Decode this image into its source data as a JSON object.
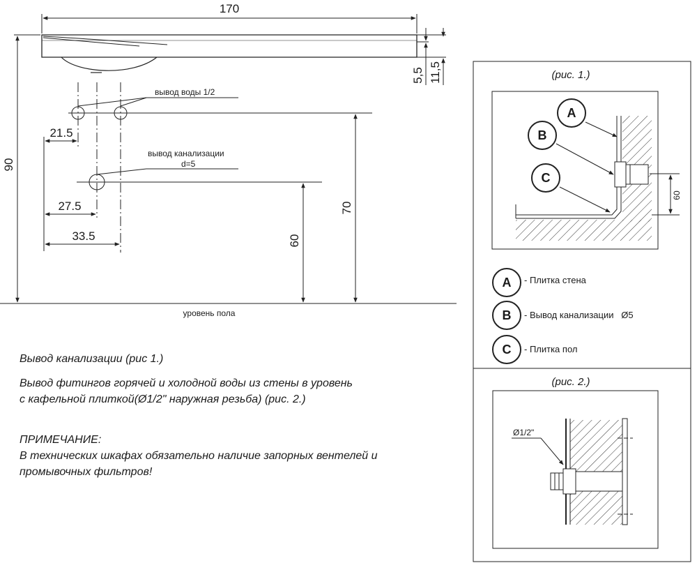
{
  "main_drawing": {
    "dim_width": "170",
    "dim_total_height": "90",
    "dim_top_thickness": "5,5",
    "dim_front_height": "11,5",
    "dim_water_offset": "21.5",
    "dim_drain_offset": "27.5",
    "dim_outer_offset": "33.5",
    "dim_water_height": "70",
    "dim_drain_height": "60",
    "label_water": "вывод воды  1/2",
    "label_drain": "вывод канализации",
    "label_drain_d": "d=5",
    "label_floor": "уровень пола"
  },
  "notes": {
    "line1": "Вывод канализации (рис 1.)",
    "line2": "Вывод фитингов горячей и холодной воды из стены в уровень",
    "line3": "с кафельной плиткой(Ø1/2\" наружная резьба) (рис. 2.)",
    "note_title": "ПРИМЕЧАНИЕ:",
    "note_line1": "В технических шкафах обязательно наличие запорных вентелей и",
    "note_line2": "промывочных фильтров!"
  },
  "figure1": {
    "caption": "(рис. 1.)",
    "dim": "60",
    "markers": [
      "A",
      "B",
      "C"
    ]
  },
  "legend": [
    {
      "letter": "A",
      "text": "- Плитка стена"
    },
    {
      "letter": "B",
      "text": "- Вывод канализации   Ø5"
    },
    {
      "letter": "C",
      "text": "- Плитка пол"
    }
  ],
  "figure2": {
    "caption": "(рис. 2.)",
    "label": "Ø1/2\""
  }
}
